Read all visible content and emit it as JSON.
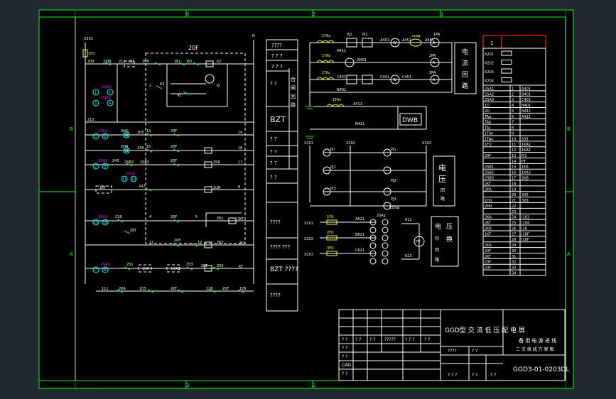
{
  "colors": {
    "background": "#212830",
    "drawing": "#000000",
    "border": "#00ff00",
    "line": "#ffffff",
    "fuse": "#ffff00",
    "contact": "#00ff00",
    "lamp": "#00ffff",
    "label": "#ff00ff",
    "title_row": "#ff2020"
  },
  "frame": {
    "zone_top": [
      "3",
      "2",
      "1"
    ],
    "zone_bottom": [
      "3",
      "2"
    ],
    "zone_left": [
      "B",
      "A"
    ],
    "zone_right": [
      "B",
      "A"
    ]
  },
  "control": {
    "bus_left": "X201",
    "bus_right": "N",
    "fuse_label": "1FU",
    "cabinet_label": "20F",
    "texts": [
      "209",
      "2SBJ",
      "211",
      "1KA",
      "2",
      "204",
      "1KI",
      "1KI",
      "K2",
      "K2",
      "KD",
      "KI",
      "2",
      "K2",
      "KI",
      "215",
      "2SA3",
      "3HG",
      "205",
      "13",
      "20F",
      "14",
      "2HR",
      "235",
      "15",
      "20F",
      "16",
      "2SA3",
      "245",
      "2SB2",
      "2SB3",
      "20F",
      "2SR",
      "11",
      "2SA3",
      "1KT",
      "247",
      "2UR",
      "8",
      "2SA3",
      "219",
      "4",
      "20F",
      "5",
      "261",
      "2KT",
      "2KT",
      "11",
      "20F",
      "12",
      "263",
      "2KA",
      "2SA3",
      "251",
      "1KA",
      "1KA2",
      "253",
      "2KT",
      "255",
      "KT",
      "111",
      "2KA",
      "103",
      "2KT",
      "128",
      "20F",
      "129"
    ],
    "labels_m": [
      "2SA3",
      "2SA3",
      "2SA3",
      "2SA3",
      "2SA3",
      "2SA3",
      "2SA3"
    ],
    "circle_nums": [
      "1",
      "2",
      "3",
      "4",
      "5",
      "6",
      "7",
      "8",
      "11",
      "12",
      "13",
      "14",
      "15",
      "16",
      "17",
      "18"
    ]
  },
  "device_col": {
    "cells": [
      "????",
      "? ? ?",
      "? ? ?",
      "?  ?",
      "BZT",
      "? ?",
      "? ?",
      "? ?",
      "? ?",
      "????",
      "???? ???",
      "BZT ????",
      "????"
    ],
    "side_labels": [
      "合",
      "闸",
      "回",
      "路"
    ]
  },
  "meter": {
    "current": [
      "1TAa",
      "PJ1",
      "PJ2",
      "A411",
      "A401",
      "A451",
      "A461",
      "1PA",
      "1TAb",
      "B401",
      "2PA",
      "1TAc",
      "C401",
      "C441",
      "C451",
      "3PA",
      "N401",
      "1TAn",
      "A411",
      "N411",
      "DWB",
      "W",
      "W",
      "cosφ",
      "A"
    ],
    "voltage": [
      "X201",
      "X202",
      "X203",
      "PJI",
      "PJ2",
      "PJ3",
      "PJ1",
      "PJ2",
      "PJ3",
      "COSφ"
    ],
    "vsel": [
      "X201",
      "X202",
      "X203",
      "1FU",
      "2FU",
      "3FU",
      "A621",
      "B621",
      "C621",
      "2SA1",
      "612",
      "613",
      "PV"
    ],
    "circuit_labels": [
      [
        "电",
        "流",
        "回",
        "路"
      ],
      [
        "电",
        "压",
        "回",
        "路"
      ],
      [
        "电",
        "压",
        "切",
        "换",
        "回",
        "路"
      ]
    ]
  },
  "terminal": {
    "header": "1",
    "rows_left": [
      "2SA1",
      "2SA2",
      "2SA3",
      "1D",
      "2D",
      "TAa",
      "TAb",
      "TAc",
      "1TAn",
      "1TAn",
      "1FU",
      "",
      "20F",
      "",
      "2SB1",
      "2SB2",
      "2SB3",
      "2KT",
      "2KA",
      "",
      "1HG",
      "2HR",
      "",
      "2KA",
      "2KT",
      "2KA",
      "1KT",
      "",
      "2KA",
      "20F",
      "2KT",
      "20F",
      "20F"
    ],
    "rows_num": [
      "1",
      "2",
      "3",
      "4",
      "5",
      "6",
      "7",
      "8",
      "9",
      "10",
      "11",
      "12",
      "13",
      "14",
      "15",
      "16",
      "17",
      "18",
      "19",
      "20",
      "21",
      "22",
      "23",
      "24",
      "25",
      "26",
      "27",
      "28",
      "29",
      "30",
      "31",
      "32",
      "33",
      "34"
    ],
    "rows_right": [
      "A401",
      "B401",
      "C401",
      "N401",
      "N411",
      "A411",
      "",
      "",
      "",
      "203",
      "1KA1",
      "1KA2",
      "PJ1",
      "PT",
      "1KA",
      "1KA3",
      "2KB",
      "",
      "",
      "3X5",
      "3X5",
      "",
      "",
      "I103",
      "I104",
      "I16",
      "I16F",
      "I16F",
      "",
      "",
      "",
      "",
      "",
      ""
    ],
    "fuse_rows": [
      "X201",
      "X202",
      "X203",
      "X204"
    ]
  },
  "title_block": {
    "product": "GGD型 交 流 低 压 配 电 屏",
    "name_line1": "备 用 电 源 进 线",
    "name_line2": "二 次 接 线 方 案 图",
    "code": "GGD3-01-0203DL",
    "cad": "CAD",
    "q_short": "? ?",
    "q_three": "? ? ?",
    "q_four": "????",
    "q_five": "?????"
  }
}
